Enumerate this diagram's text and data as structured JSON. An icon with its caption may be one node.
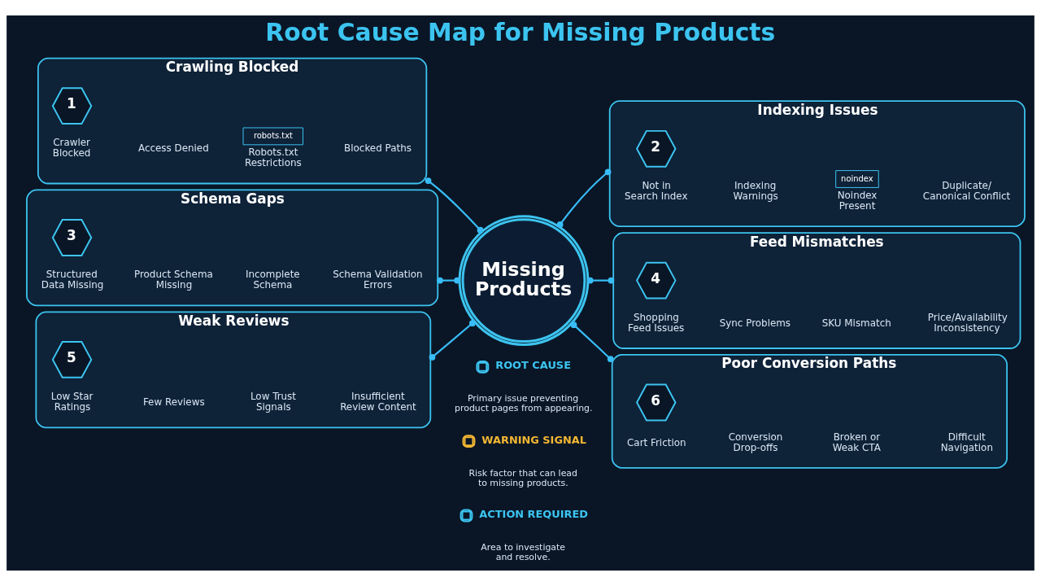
{
  "diagram": {
    "title": "Root Cause Map for Missing Products",
    "nodes": [
      {
        "text": [
          "Crawling Blocked"
        ]
      },
      {
        "text": [
          "1"
        ],
        "in": 0
      },
      {
        "text": [
          "Crawler Blocked"
        ],
        "in": 0
      },
      {
        "text": [
          "Access Denied"
        ],
        "in": 0
      },
      {
        "text": [
          "robots.txt",
          "Robots.txt Restrictions"
        ],
        "in": 0
      },
      {
        "text": [
          "Blocked Paths"
        ],
        "in": 0
      },
      {
        "text": [
          "Indexing Issues"
        ]
      },
      {
        "text": [
          "2"
        ],
        "in": 6
      },
      {
        "text": [
          "Not in Search Index"
        ],
        "in": 6
      },
      {
        "text": [
          "Indexing Warnings"
        ],
        "in": 6
      },
      {
        "text": [
          "noindex",
          "Noindex Present"
        ],
        "in": 6
      },
      {
        "text": [
          "Duplicate/ Canonical Conflict"
        ],
        "in": 6
      },
      {
        "text": [
          "Missing Products"
        ]
      },
      {
        "text": [
          "Schema Gaps"
        ]
      },
      {
        "text": [
          "3"
        ],
        "in": 13
      },
      {
        "text": [
          "Structured Data Missing"
        ],
        "in": 13
      },
      {
        "text": [
          "Product Schema Missing"
        ],
        "in": 13
      },
      {
        "text": [
          "Incomplete Schema"
        ],
        "in": 13
      },
      {
        "text": [
          "Schema Validation Errors"
        ],
        "in": 13
      },
      {
        "text": [
          "Feed Mismatches"
        ]
      },
      {
        "text": [
          "4"
        ],
        "in": 19
      },
      {
        "text": [
          "Shopping Feed Issues"
        ],
        "in": 19
      },
      {
        "text": [
          "Sync Problems"
        ],
        "in": 19
      },
      {
        "text": [
          "SKU Mismatch"
        ],
        "in": 19
      },
      {
        "text": [
          "Price/Availability Inconsistency"
        ],
        "in": 19
      },
      {
        "text": [
          "Weak Reviews"
        ]
      },
      {
        "text": [
          "5"
        ],
        "in": 25
      },
      {
        "text": [
          "Low Star Ratings"
        ],
        "in": 25
      },
      {
        "text": [
          "Few Reviews"
        ],
        "in": 25
      },
      {
        "text": [
          "Low Trust Signals"
        ],
        "in": 25
      },
      {
        "text": [
          "Insufficient Review Content"
        ],
        "in": 25
      },
      {
        "text": [
          "Poor Conversion Paths"
        ]
      },
      {
        "text": [
          "6"
        ],
        "in": 31
      },
      {
        "text": [
          "Cart Friction"
        ],
        "in": 31
      },
      {
        "text": [
          "Conversion Drop-offs"
        ],
        "in": 31
      },
      {
        "text": [
          "Broken or Weak CTA"
        ],
        "in": 31
      },
      {
        "text": [
          "Difficult Navigation"
        ],
        "in": 31
      }
    ],
    "edges": [
      {
        "from": 0,
        "to": 12,
        "arrow": "other"
      },
      {
        "from": 12,
        "to": 6,
        "arrow": "other"
      },
      {
        "from": 13,
        "to": 12,
        "arrow": "other"
      },
      {
        "from": 12,
        "to": 19,
        "arrow": "other"
      },
      {
        "from": 25,
        "to": 12,
        "arrow": "other"
      },
      {
        "from": 12,
        "to": 31,
        "arrow": "other"
      }
    ],
    "labels": [
      "Primary issue preventing product pages from appearing.",
      "Risk factor that can lead to missing products.",
      "Area to investigate and resolve."
    ],
    "legend": [
      {
        "text": "ROOT CAUSE"
      },
      {
        "text": "WARNING SIGNAL"
      },
      {
        "text": "ACTION REQUIRED"
      }
    ]
  }
}
